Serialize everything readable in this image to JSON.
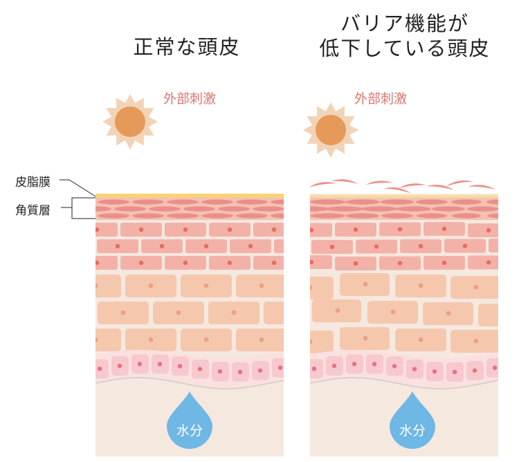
{
  "titles": {
    "normal": "正常な頭皮",
    "damaged_line1": "バリア機能が",
    "damaged_line2": "低下している頭皮"
  },
  "labels": {
    "external_stimulus": "外部刺激",
    "sebum_film": "皮脂膜",
    "stratum_corneum": "角質層",
    "moisture": "水分"
  },
  "colors": {
    "sebum": "#f7d27a",
    "corneum_cell": "#eb8f8a",
    "corneum_bg": "#f3c2b0",
    "upper_cell": "#f3b2a8",
    "upper_nucleus": "#ea6b5c",
    "mid_cell": "#f5c8ae",
    "mid_nucleus": "#ee9f82",
    "basal_cell": "#f7c9cc",
    "basal_nucleus": "#ea6f86",
    "dermis": "#f5e8df",
    "sun_core": "#e59a5a",
    "sun_rays": "#f3d3b5",
    "water": "#6fb7e5"
  }
}
